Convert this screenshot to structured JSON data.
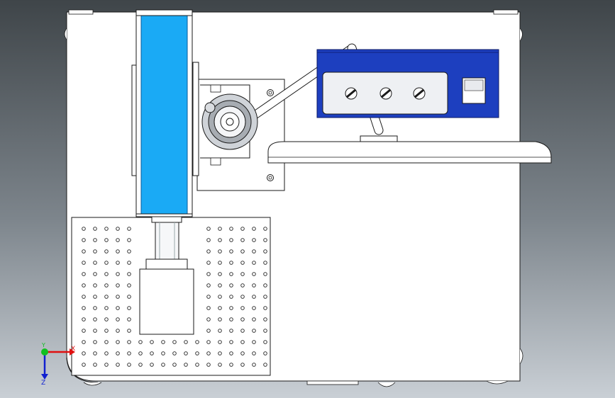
{
  "viewport": {
    "triad": {
      "x_label": "X",
      "y_label": "Y",
      "z_label": "Z",
      "colors": {
        "x": "#e01010",
        "y": "#10c020",
        "z": "#1020d0"
      }
    },
    "colors": {
      "plate": "#ffffff",
      "edge": "#1a1a1a",
      "belt": "#1aaaf5",
      "laser_housing": "#1d3fbf",
      "panel": "#eef0f3"
    }
  }
}
